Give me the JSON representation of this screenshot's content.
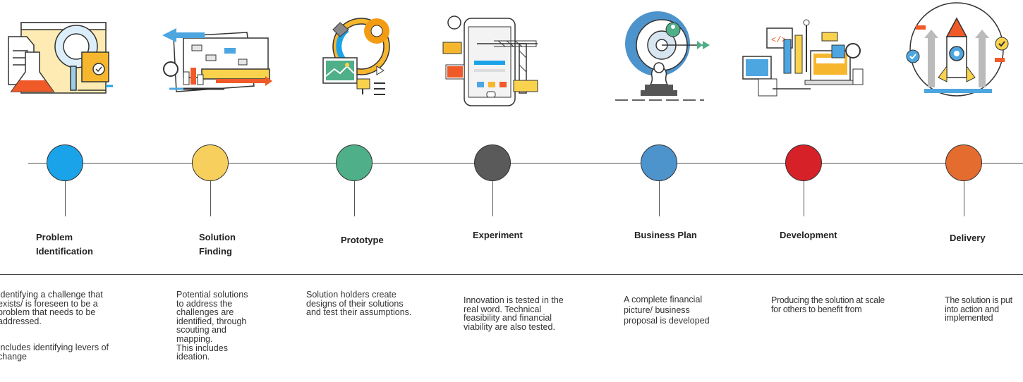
{
  "colors": {
    "line": "#555555",
    "problem_identification": "#1aa3e8",
    "solution_finding": "#f7cf5c",
    "prototype": "#4faf88",
    "experiment": "#5a5a5a",
    "business_plan": "#4d93cc",
    "development": "#d62128",
    "delivery": "#e46c2f"
  },
  "stages": [
    {
      "title_line1": "Problem",
      "title_line2": "Identification",
      "icon": "lab-research-icon",
      "desc_p1": "Identifying a challenge that\nexists/ is foreseen to be a\nproblem that needs to be\naddressed.",
      "desc_p2": "Includes identifying levers of\nchange"
    },
    {
      "title_line1": "Solution",
      "title_line2": "Finding",
      "icon": "planning-blueprint-icon",
      "desc_p1": "Potential  solutions\nto address the\nchallenges are\nidentified, through\nscouting and\nmapping.",
      "desc_p2": "This includes\nideation."
    },
    {
      "title_line1": "Prototype",
      "icon": "lightbulb-idea-icon",
      "desc_p1": "Solution holders create\ndesigns of their solutions\nand test their assumptions."
    },
    {
      "title_line1": "Experiment",
      "icon": "mobile-construction-icon",
      "desc_p1": "Innovation is tested in the\nreal word. Technical\nfeasibility and financial\nviability are also tested."
    },
    {
      "title_line1": "Business Plan",
      "icon": "target-strategy-icon",
      "desc_p1": "A complete financial\npicture/ business\nproposal is developed"
    },
    {
      "title_line1": "Development",
      "icon": "design-development-icon",
      "desc_p1": "Producing the solution at scale\nfor others to benefit from"
    },
    {
      "title_line1": "Delivery",
      "icon": "rocket-launch-icon",
      "desc_p1": "The solution is  put\ninto action and\nimplemented"
    }
  ]
}
